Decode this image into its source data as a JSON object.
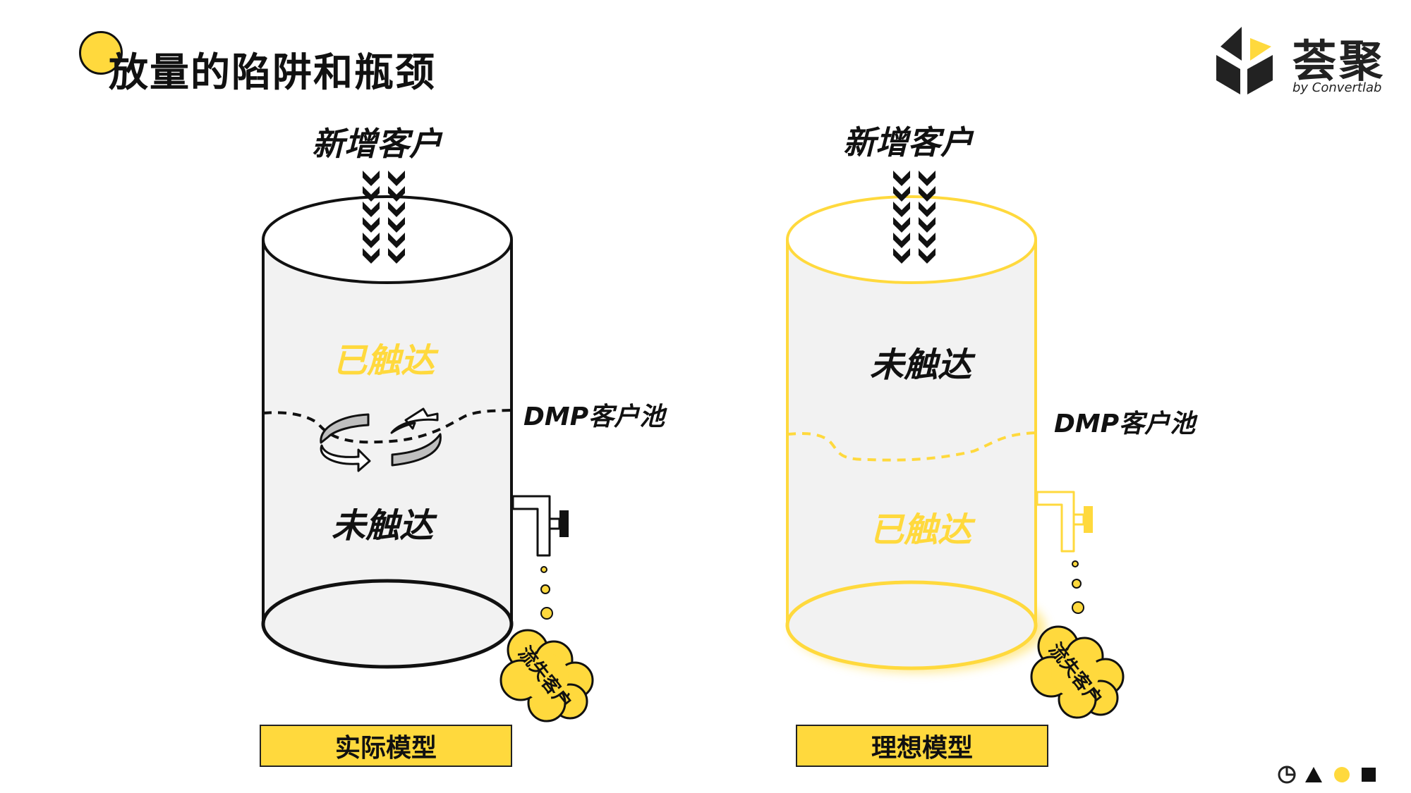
{
  "title": "放量的陷阱和瓶颈",
  "logo": {
    "name": "荟聚",
    "sub": "by Convertlab"
  },
  "colors": {
    "accent": "#FFD93D",
    "ink": "#111111",
    "tank": "#F2F2F2"
  },
  "left_model": {
    "input_label": "新增客户",
    "upper_zone": "已触达",
    "lower_zone": "未触达",
    "pool_label": "DMP客户池",
    "churn_label": "流失客户",
    "caption": "实际模型"
  },
  "right_model": {
    "input_label": "新增客户",
    "upper_zone": "未触达",
    "lower_zone": "已触达",
    "pool_label": "DMP客户池",
    "churn_label": "流失客户",
    "caption": "理想模型"
  },
  "footer_icons": [
    "pie-icon",
    "triangle-icon",
    "circle-icon",
    "square-icon"
  ]
}
